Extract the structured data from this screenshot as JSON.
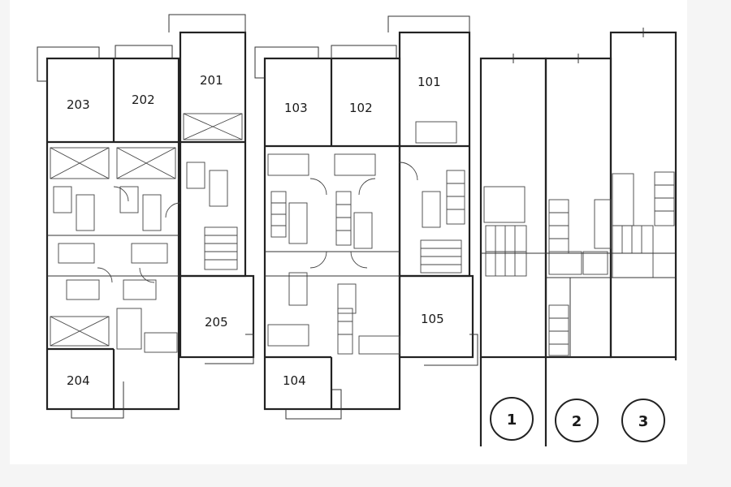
{
  "units": {
    "u201": "201",
    "u202": "202",
    "u203": "203",
    "u204": "204",
    "u205": "205",
    "u101": "101",
    "u102": "102",
    "u103": "103",
    "u104": "104",
    "u105": "105"
  },
  "sections": {
    "s1": "1",
    "s2": "2",
    "s3": "3"
  }
}
